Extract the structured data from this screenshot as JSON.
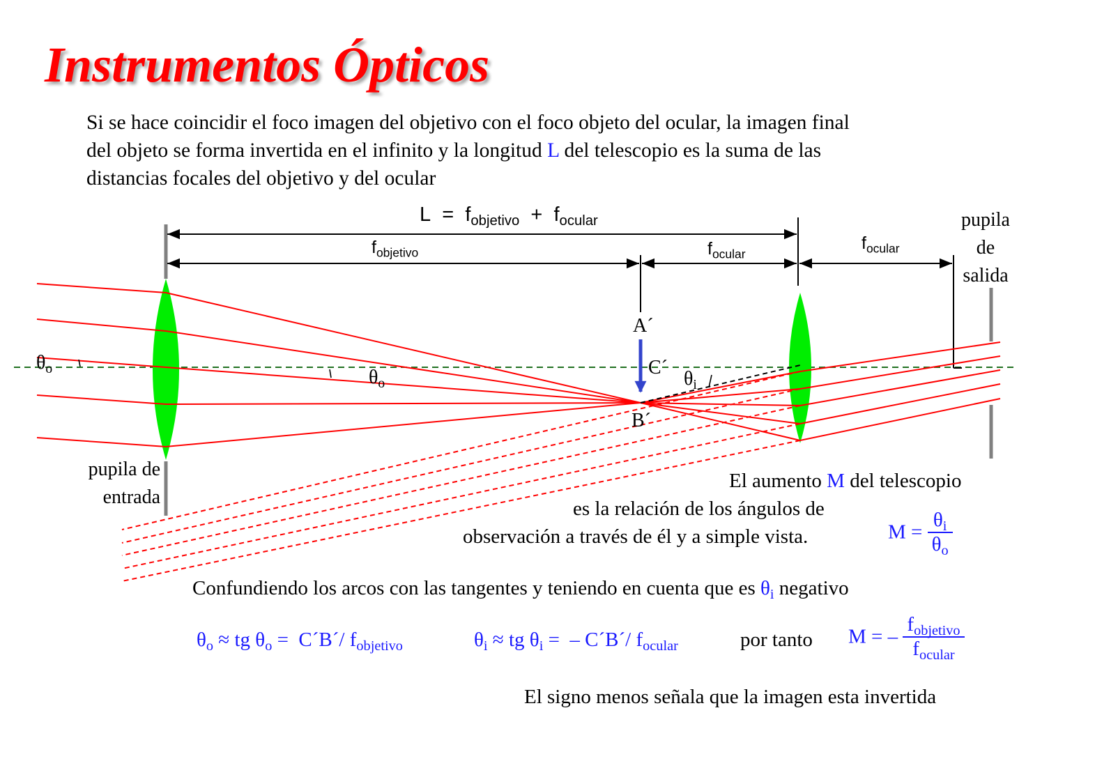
{
  "slide": {
    "title": "Instrumentos Ópticos",
    "intro": {
      "line1": "Si se hace coincidir el foco imagen del objetivo con el foco objeto del ocular, la imagen final",
      "line2_a": "del objeto se forma invertida en el infinito y la longitud ",
      "line2_L": "L",
      "line2_b": " del telescopio es la suma de las",
      "line3": "distancias focales del objetivo y del ocular"
    }
  },
  "diagram": {
    "L_formula": {
      "L": "L",
      "eq": "=",
      "f1": "f",
      "s1": "objetivo",
      "plus": "+",
      "f2": "f",
      "s2": "ocular"
    },
    "f_objetivo": {
      "f": "f",
      "sub": "objetivo"
    },
    "f_ocular_1": {
      "f": "f",
      "sub": "ocular"
    },
    "f_ocular_2": {
      "f": "f",
      "sub": "ocular"
    },
    "pupila_salida": [
      "pupila",
      "de",
      "salida"
    ],
    "pupila_entrada": [
      "pupila de",
      "entrada"
    ],
    "point_A": "A´",
    "point_B": "B´",
    "point_C": "C´",
    "theta_o_left": {
      "t": "θ",
      "s": "o"
    },
    "theta_o_mid": {
      "t": "θ",
      "s": "o"
    },
    "theta_i": {
      "t": "θ",
      "s": "i"
    },
    "colors": {
      "ray": "#ff0000",
      "lens": "#00ee00",
      "axis": "#207020",
      "arrow": "#3344cc",
      "stop": "#808080",
      "math": "#1a1aff"
    }
  },
  "explanation": {
    "aumento_a": "El aumento ",
    "aumento_M": "M",
    "aumento_b": " del telescopio",
    "line2": "es la relación de los ángulos de",
    "line3": "observación a través de él y a simple vista.",
    "M_eq": {
      "lhs": "M =",
      "num_t": "θ",
      "num_s": "i",
      "den_t": "θ",
      "den_s": "o"
    },
    "confund_a": "Confundiendo los arcos con las tangentes y teniendo en cuenta que es ",
    "confund_t": "θ",
    "confund_s": "i",
    "confund_b": " negativo",
    "eq1": {
      "t1": "θ",
      "s1": "o",
      "approx": " ≈ tg ",
      "t2": "θ",
      "s2": "o",
      "rhs": " =  C´B´/ f",
      "fs": "objetivo"
    },
    "eq2": {
      "t1": "θ",
      "s1": "i",
      "approx": " ≈ tg ",
      "t2": "θ",
      "s2": "i",
      "rhs": " =  – C´B´/ f",
      "fs": "ocular"
    },
    "por_tanto": "por tanto",
    "M_final": {
      "lhs": "M = –",
      "num_f": "f",
      "num_s": "objetivo",
      "den_f": "f",
      "den_s": "ocular"
    },
    "signo": "El signo menos señala que la imagen esta invertida"
  }
}
